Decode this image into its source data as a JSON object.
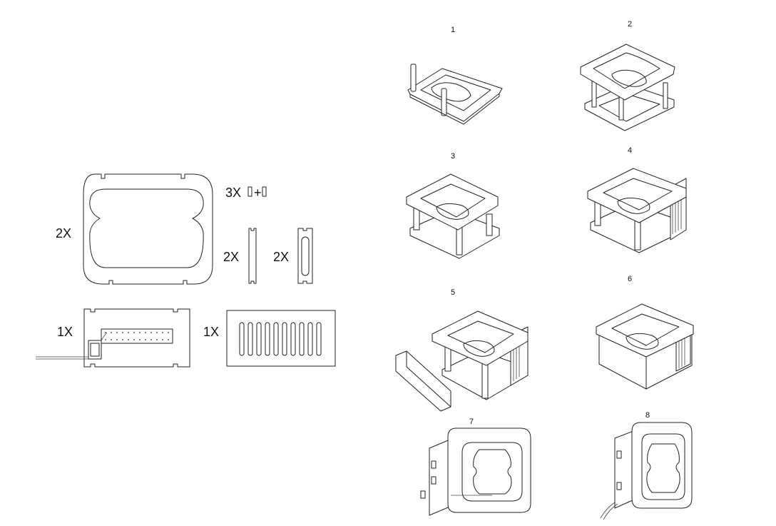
{
  "parts": {
    "top_panel_qty": "2X",
    "pins_qty": "3X",
    "pins_plus": "+",
    "side_post_qty": "2X",
    "side_slot_qty": "2X",
    "back_panel_qty": "1X",
    "vent_panel_qty": "1X"
  },
  "steps": [
    "1",
    "2",
    "3",
    "4",
    "5",
    "6",
    "7",
    "8"
  ]
}
